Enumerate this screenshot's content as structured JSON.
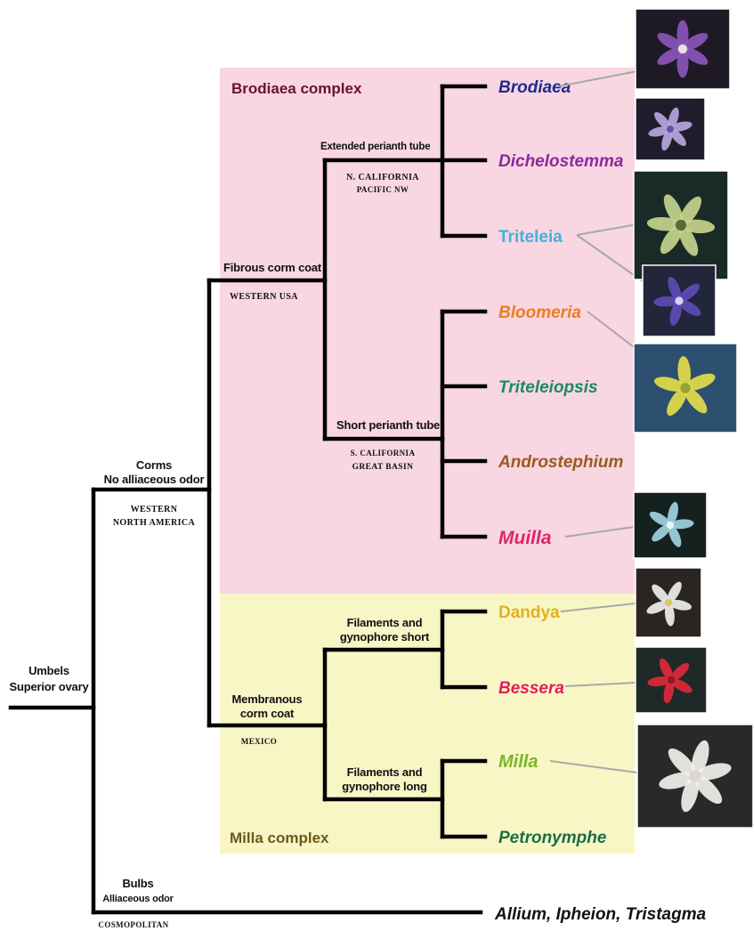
{
  "regions": {
    "brodiaea": {
      "title": "Brodiaea complex",
      "color": "#f8d6e2"
    },
    "milla": {
      "title": "Milla complex",
      "color": "#f9f6c6"
    }
  },
  "nodes": {
    "root": [
      "Umbels",
      "Superior ovary"
    ],
    "corms": [
      "Corms",
      "No alliaceous odor"
    ],
    "corms_geo": [
      "Western",
      "North America"
    ],
    "bulbs": [
      "Bulbs",
      "Alliaceous odor"
    ],
    "bulbs_geo": [
      "Cosmopolitan"
    ],
    "fibrous": [
      "Fibrous corm coat"
    ],
    "fibrous_geo": [
      "Western USA"
    ],
    "membranous": [
      "Membranous",
      "corm coat"
    ],
    "membranous_geo": [
      "Mexico"
    ],
    "extended": [
      "Extended perianth tube"
    ],
    "extended_geo": [
      "N. California",
      "Pacific NW"
    ],
    "short": [
      "Short perianth tube"
    ],
    "short_geo": [
      "S. California",
      "Great Basin"
    ],
    "fil_short": [
      "Filaments and",
      "gynophore short"
    ],
    "fil_long": [
      "Filaments and",
      "gynophore long"
    ]
  },
  "taxa": [
    {
      "name": "Brodiaea",
      "color": "#1f2a8f"
    },
    {
      "name": "Dichelostemma",
      "color": "#8a2aa0"
    },
    {
      "name": "Triteleia",
      "color": "#3fb2de"
    },
    {
      "name": "Bloomeria",
      "color": "#ee7d1f"
    },
    {
      "name": "Triteleiopsis",
      "color": "#1a8a6a"
    },
    {
      "name": "Androstephium",
      "color": "#9a5a22"
    },
    {
      "name": "Muilla",
      "color": "#e0246a"
    },
    {
      "name": "Dandya",
      "color": "#e0b21e"
    },
    {
      "name": "Bessera",
      "color": "#e01e5a"
    },
    {
      "name": "Milla",
      "color": "#7ab52a"
    },
    {
      "name": "Petronymphe",
      "color": "#1c6e44"
    },
    {
      "name": "Allium, Ipheion, Tristagma",
      "color": "#111111"
    }
  ],
  "photos": [
    {
      "subject": "Brodiaea flower",
      "bg": "#1d1a26",
      "petal": "#8a55b8",
      "center": "#e9e2d8"
    },
    {
      "subject": "Dichelostemma flowers",
      "bg": "#1f1d2c",
      "petal": "#b9a6dc",
      "center": "#6b4fa4"
    },
    {
      "subject": "Triteleia yellow flower",
      "bg": "#1a2a26",
      "petal": "#c4d48c",
      "center": "#5a6a3a"
    },
    {
      "subject": "Triteleia purple flower",
      "bg": "#22263a",
      "petal": "#5e4ab8",
      "center": "#d9d2ea"
    },
    {
      "subject": "Bloomeria flower",
      "bg": "#2d4f70",
      "petal": "#e3dc4a",
      "center": "#9aa036"
    },
    {
      "subject": "Muilla flower",
      "bg": "#14211f",
      "petal": "#9fd2e2",
      "center": "#e9f4f2"
    },
    {
      "subject": "Dandya flower",
      "bg": "#2a2522",
      "petal": "#eeeeee",
      "center": "#d9c96a"
    },
    {
      "subject": "Bessera flowers",
      "bg": "#1f2a28",
      "petal": "#e0283a",
      "center": "#8e1a24"
    },
    {
      "subject": "Milla flower",
      "bg": "#2a2828",
      "petal": "#f2f0ec",
      "center": "#dcd6cc"
    }
  ]
}
